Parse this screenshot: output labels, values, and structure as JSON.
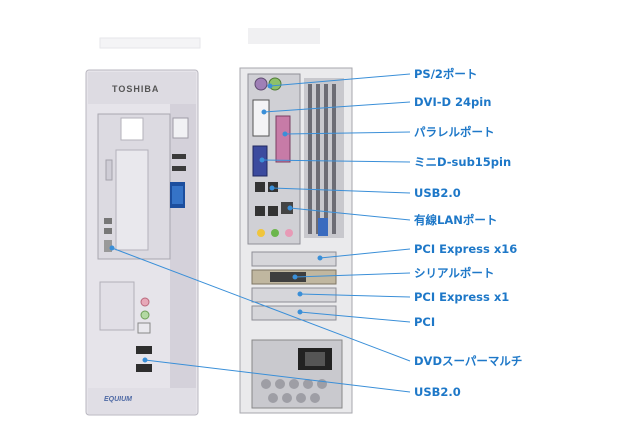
{
  "front": {
    "brand_top": "TOSHIBA",
    "brand_bottom": "EQUIUM"
  },
  "annotations": [
    {
      "id": "ps2",
      "label": "PS/2ポート"
    },
    {
      "id": "dvi",
      "label": "DVI-D 24pin"
    },
    {
      "id": "parallel",
      "label": "パラレルポート"
    },
    {
      "id": "dsub",
      "label": "ミニD-sub15pin"
    },
    {
      "id": "usb-rear",
      "label": "USB2.0"
    },
    {
      "id": "lan",
      "label": "有線LANポート"
    },
    {
      "id": "pcie16",
      "label": "PCI Express x16"
    },
    {
      "id": "serial",
      "label": "シリアルポート"
    },
    {
      "id": "pcie1",
      "label": "PCI Express x1"
    },
    {
      "id": "pci",
      "label": "PCI"
    },
    {
      "id": "dvd",
      "label": "DVDスーパーマルチ"
    },
    {
      "id": "usb-front",
      "label": "USB2.0"
    }
  ],
  "colors": {
    "label": "#1e78c8",
    "leader": "#3a8fd8",
    "case": "#e4e2e8"
  }
}
